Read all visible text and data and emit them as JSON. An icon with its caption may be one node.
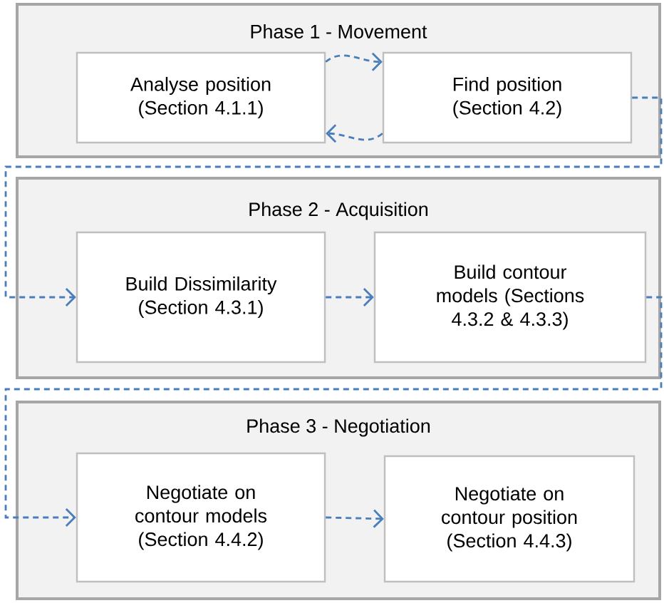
{
  "diagram": {
    "nodes": [
      {
        "text": [
          "Phase 1 - Movement"
        ]
      },
      {
        "text": [
          "Analyse position (Section 4.1.1)"
        ],
        "in": 0
      },
      {
        "text": [
          "Find position (Section 4.2)"
        ],
        "in": 0
      },
      {
        "text": [
          "Phase 2 - Acquisition"
        ]
      },
      {
        "text": [
          "Build Dissimilarity (Section 4.3.1)"
        ],
        "in": 3
      },
      {
        "text": [
          "Build contour models (Sections 4.3.2 & 4.3.3)"
        ],
        "in": 3
      },
      {
        "text": [
          "Phase 3 - Negotiation"
        ]
      },
      {
        "text": [
          "Negotiate on contour models (Section 4.4.2)"
        ],
        "in": 6
      },
      {
        "text": [
          "Negotiate on contour position (Section 4.4.3)"
        ],
        "in": 6
      }
    ],
    "edges": [
      {
        "from": 1,
        "to": 2,
        "arrow": "to",
        "style": "dashed"
      },
      {
        "from": 2,
        "to": 1,
        "arrow": "to",
        "style": "dashed"
      },
      {
        "from": 2,
        "to": 4,
        "arrow": "to",
        "style": "dashed"
      },
      {
        "from": 4,
        "to": 5,
        "arrow": "to",
        "style": "dashed"
      },
      {
        "from": 5,
        "to": 7,
        "arrow": "to",
        "style": "dashed"
      },
      {
        "from": 7,
        "to": 8,
        "arrow": "to",
        "style": "dashed"
      }
    ]
  }
}
